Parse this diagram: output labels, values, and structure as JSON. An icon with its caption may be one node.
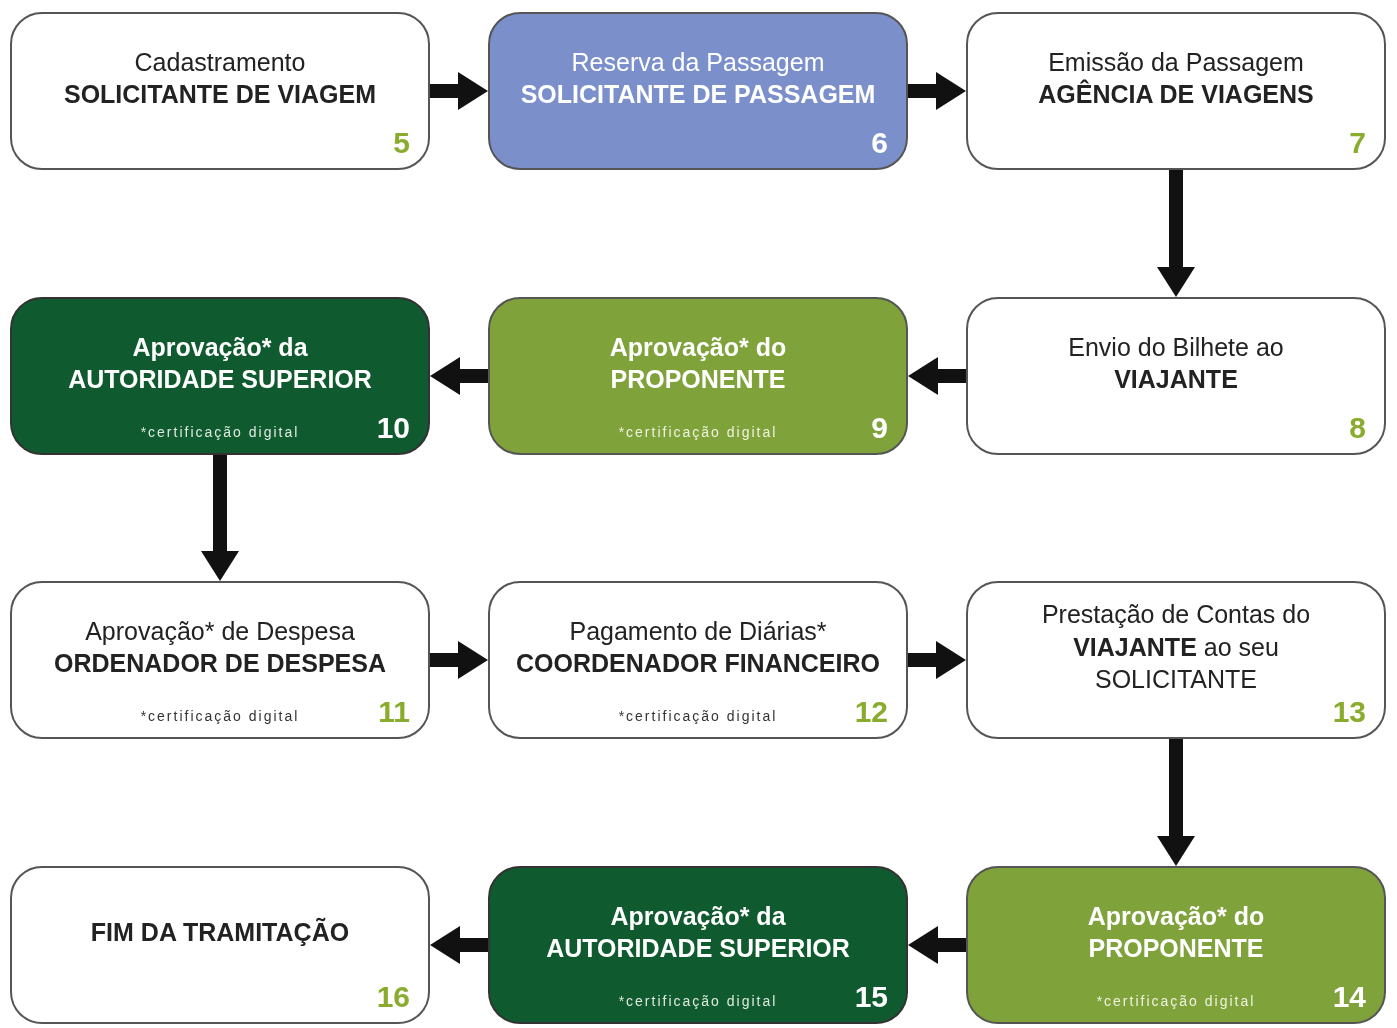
{
  "diagram": {
    "nodes": [
      {
        "text": [
          "Cadastramento",
          "SOLICITANTE DE VIAGEM",
          "5"
        ]
      },
      {
        "text": [
          "Reserva da Passagem",
          "SOLICITANTE DE PASSAGEM",
          "6"
        ]
      },
      {
        "text": [
          "Emissão da Passagem",
          "AGÊNCIA DE VIAGENS",
          "7"
        ]
      },
      {
        "text": [
          "Aprovação* da",
          "AUTORIDADE SUPERIOR",
          "*certificação digital",
          "10"
        ]
      },
      {
        "text": [
          "Aprovação* do",
          "PROPONENTE",
          "*certificação digital",
          "9"
        ]
      },
      {
        "text": [
          "Envio do Bilhete ao",
          "VIAJANTE",
          "8"
        ]
      },
      {
        "text": [
          "Aprovação* de Despesa",
          "ORDENADOR DE DESPESA",
          "*certificação digital",
          "11"
        ]
      },
      {
        "text": [
          "Pagamento de Diárias*",
          "COORDENADOR FINANCEIRO",
          "*certificação digital",
          "12"
        ]
      },
      {
        "text": [
          "Prestação de Contas do **VIAJANTE** ao seu SOLICITANTE",
          "13"
        ]
      },
      {
        "text": [
          "FIM DA TRAMITAÇÃO",
          "16"
        ]
      },
      {
        "text": [
          "Aprovação* da",
          "AUTORIDADE SUPERIOR",
          "*certificação digital",
          "15"
        ]
      },
      {
        "text": [
          "Aprovação* do",
          "PROPONENTE",
          "*certificação digital",
          "14"
        ]
      }
    ],
    "edges": [
      {
        "from": 0,
        "to": 1,
        "arrow": "to"
      },
      {
        "from": 1,
        "to": 2,
        "arrow": "to"
      },
      {
        "from": 2,
        "to": 5,
        "arrow": "to"
      },
      {
        "from": 5,
        "to": 4,
        "arrow": "to"
      },
      {
        "from": 4,
        "to": 3,
        "arrow": "to"
      },
      {
        "from": 3,
        "to": 6,
        "arrow": "to"
      },
      {
        "from": 6,
        "to": 7,
        "arrow": "to"
      },
      {
        "from": 7,
        "to": 8,
        "arrow": "to"
      },
      {
        "from": 8,
        "to": 11,
        "arrow": "to"
      },
      {
        "from": 11,
        "to": 10,
        "arrow": "to"
      },
      {
        "from": 10,
        "to": 9,
        "arrow": "to"
      }
    ]
  }
}
